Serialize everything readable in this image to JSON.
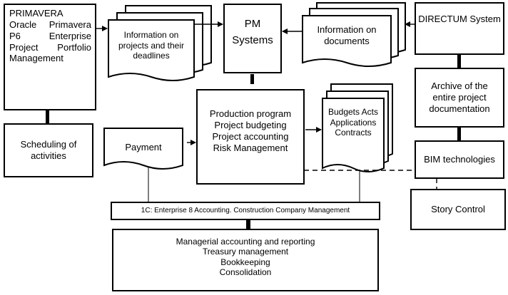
{
  "primavera": {
    "title": "PRIMAVERA",
    "lines": [
      [
        "Oracle",
        "Primavera"
      ],
      [
        "P6",
        "Enterprise"
      ],
      [
        "Project",
        "Portfolio"
      ]
    ],
    "last_line": "Management"
  },
  "scheduling": {
    "lines": [
      "Scheduling of",
      "activities"
    ]
  },
  "info_projects": {
    "lines": [
      "Information on",
      "projects and their",
      "deadlines"
    ]
  },
  "pm_systems": {
    "lines": [
      "PM",
      "Systems"
    ]
  },
  "info_documents": {
    "lines": [
      "Information on",
      "documents"
    ]
  },
  "directum": {
    "label": "DIRECTUM System"
  },
  "archive": {
    "lines": [
      "Archive of the",
      "entire project",
      "documentation"
    ]
  },
  "production": {
    "lines": [
      "Production program",
      "Project budgeting",
      "Project accounting",
      "Risk Management"
    ]
  },
  "budgets_docs": {
    "lines": [
      "Budgets Acts",
      "Applications",
      "Contracts"
    ]
  },
  "payment": {
    "label": "Payment"
  },
  "bim": {
    "label": "BIM technologies"
  },
  "story_control": {
    "label": "Story Control"
  },
  "enterprise_1c": {
    "label": "1C: Enterprise 8 Accounting. Construction Company Management"
  },
  "managerial": {
    "lines": [
      "Managerial accounting and reporting",
      "Treasury management",
      "Bookkeeping",
      "Consolidation"
    ]
  }
}
